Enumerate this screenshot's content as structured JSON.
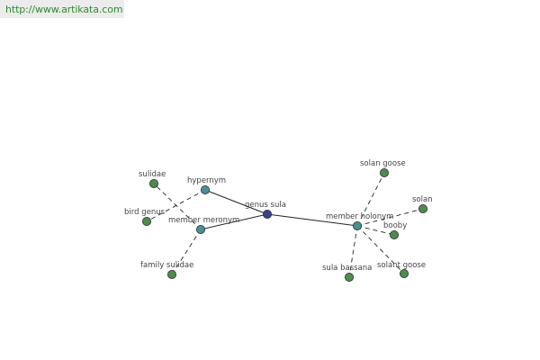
{
  "source": {
    "url": "http://www.artikata.com"
  },
  "graph": {
    "center": {
      "id": "genus_sula",
      "label": "genus sula",
      "kind": "center"
    },
    "nodes": [
      {
        "id": "genus_sula",
        "label": "genus sula",
        "kind": "center"
      },
      {
        "id": "hypernym",
        "label": "hypernym",
        "kind": "relation"
      },
      {
        "id": "member_meronym",
        "label": "member meronym",
        "kind": "relation"
      },
      {
        "id": "member_holonym",
        "label": "member holonym",
        "kind": "relation"
      },
      {
        "id": "sulidae",
        "label": "sulidae",
        "kind": "term"
      },
      {
        "id": "bird_genus",
        "label": "bird genus",
        "kind": "term"
      },
      {
        "id": "family_sulidae",
        "label": "family sulidae",
        "kind": "term"
      },
      {
        "id": "solan_goose_1",
        "label": "solan goose",
        "kind": "term"
      },
      {
        "id": "solan",
        "label": "solan",
        "kind": "term"
      },
      {
        "id": "booby",
        "label": "booby",
        "kind": "term"
      },
      {
        "id": "sula_bassana",
        "label": "sula bassana",
        "kind": "term"
      },
      {
        "id": "solan_goose_2",
        "label": "solant goose",
        "kind": "term"
      }
    ],
    "edges": [
      {
        "from": "genus_sula",
        "to": "hypernym",
        "style": "solid"
      },
      {
        "from": "genus_sula",
        "to": "member_meronym",
        "style": "solid"
      },
      {
        "from": "genus_sula",
        "to": "member_holonym",
        "style": "solid"
      },
      {
        "from": "hypernym",
        "to": "bird_genus",
        "style": "dashed"
      },
      {
        "from": "member_meronym",
        "to": "sulidae",
        "style": "dashed"
      },
      {
        "from": "member_meronym",
        "to": "family_sulidae",
        "style": "dashed"
      },
      {
        "from": "member_holonym",
        "to": "solan_goose_1",
        "style": "dashed"
      },
      {
        "from": "member_holonym",
        "to": "solan",
        "style": "dashed"
      },
      {
        "from": "member_holonym",
        "to": "booby",
        "style": "dashed"
      },
      {
        "from": "member_holonym",
        "to": "sula_bassana",
        "style": "dashed"
      },
      {
        "from": "member_holonym",
        "to": "solan_goose_2",
        "style": "dashed"
      }
    ]
  },
  "colors": {
    "center": "#3b3f8f",
    "relation": "#4a8f96",
    "term": "#4f8a4f",
    "edge": "#222222",
    "label": "#444444",
    "source_text": "#2e8b2e"
  }
}
